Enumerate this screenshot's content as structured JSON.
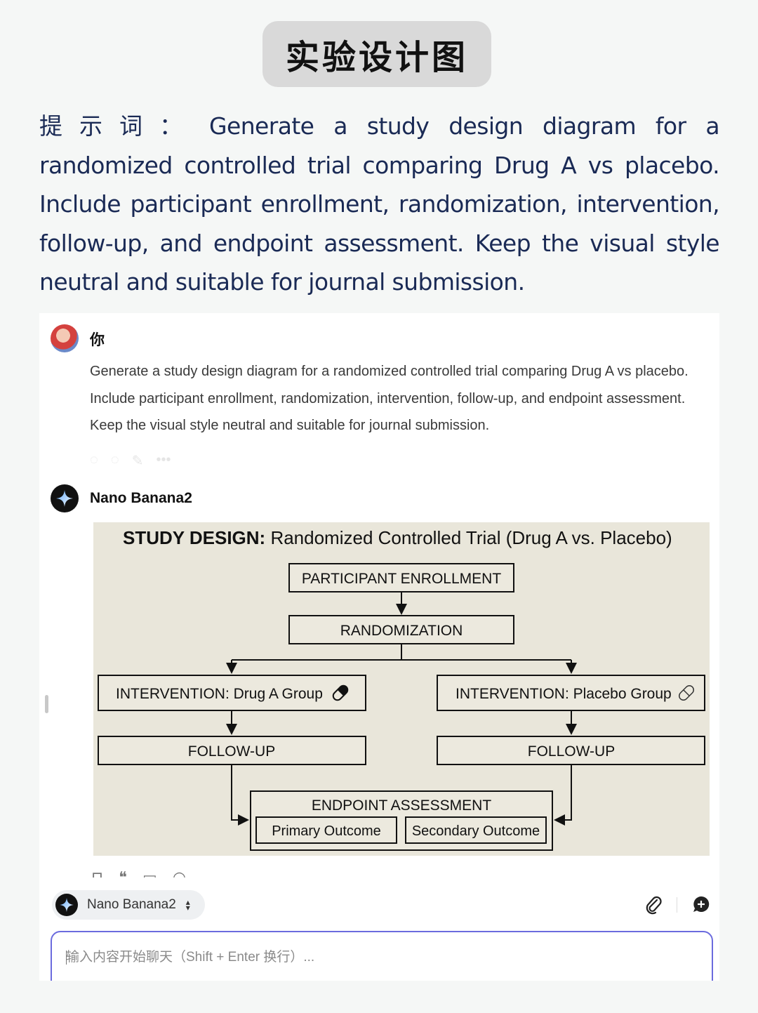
{
  "header": {
    "title": "实验设计图"
  },
  "prompt": {
    "label": "提示词：",
    "text": "Generate a study design diagram for a randomized controlled trial comparing Drug A vs placebo. Include participant enrollment, randomization, intervention, follow-up, and endpoint assessment. Keep the visual style neutral and suitable for journal submission."
  },
  "chat": {
    "user": {
      "name": "你",
      "message": "Generate a study design diagram for a randomized controlled trial comparing Drug A vs placebo. Include participant enrollment, randomization, intervention, follow-up, and endpoint assessment. Keep the visual style neutral and suitable for journal submission."
    },
    "bot": {
      "name": "Nano Banana2"
    },
    "diagram": {
      "title_bold": "STUDY DESIGN:",
      "title_rest": " Randomized Controlled Trial (Drug A vs. Placebo)",
      "enrollment": "PARTICIPANT ENROLLMENT",
      "randomization": "RANDOMIZATION",
      "left_intervention": "INTERVENTION: Drug A Group",
      "right_intervention": "INTERVENTION: Placebo Group",
      "left_followup": "FOLLOW-UP",
      "right_followup": "FOLLOW-UP",
      "endpoint": "ENDPOINT ASSESSMENT",
      "primary": "Primary Outcome",
      "secondary": "Secondary Outcome"
    }
  },
  "composer": {
    "model_label": "Nano Banana2",
    "placeholder": "输入内容开始聊天（Shift + Enter 换行）..."
  },
  "colors": {
    "input_border": "#6b6bde",
    "diagram_bg": "#e9e6da",
    "prompt_text": "#1a2a55"
  }
}
